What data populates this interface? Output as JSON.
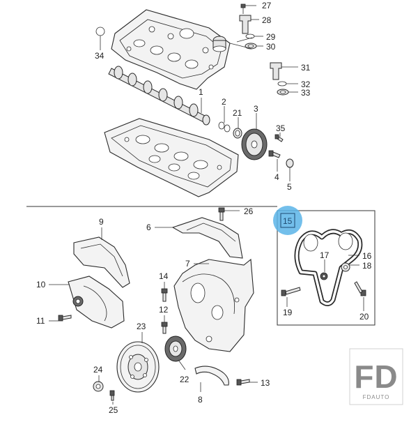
{
  "labels": {
    "l1": "1",
    "l2": "2",
    "l3": "3",
    "l4": "4",
    "l5": "5",
    "l6": "6",
    "l7": "7",
    "l8": "8",
    "l9": "9",
    "l10": "10",
    "l11": "11",
    "l12": "12",
    "l13": "13",
    "l14": "14",
    "l15": "15",
    "l16": "16",
    "l17": "17",
    "l18": "18",
    "l19": "19",
    "l20": "20",
    "l21": "21",
    "l22": "22",
    "l23": "23",
    "l24": "24",
    "l25": "25",
    "l26": "26",
    "l27": "27",
    "l28": "28",
    "l29": "29",
    "l30": "30",
    "l31": "31",
    "l32": "32",
    "l33": "33",
    "l34": "34",
    "l35": "35"
  },
  "logo": {
    "mark": "FD",
    "name": "FDAUTO"
  },
  "colors": {
    "highlight": "#5ab4e8",
    "line": "#2a2a2a",
    "logo": "#8a8a8a"
  }
}
